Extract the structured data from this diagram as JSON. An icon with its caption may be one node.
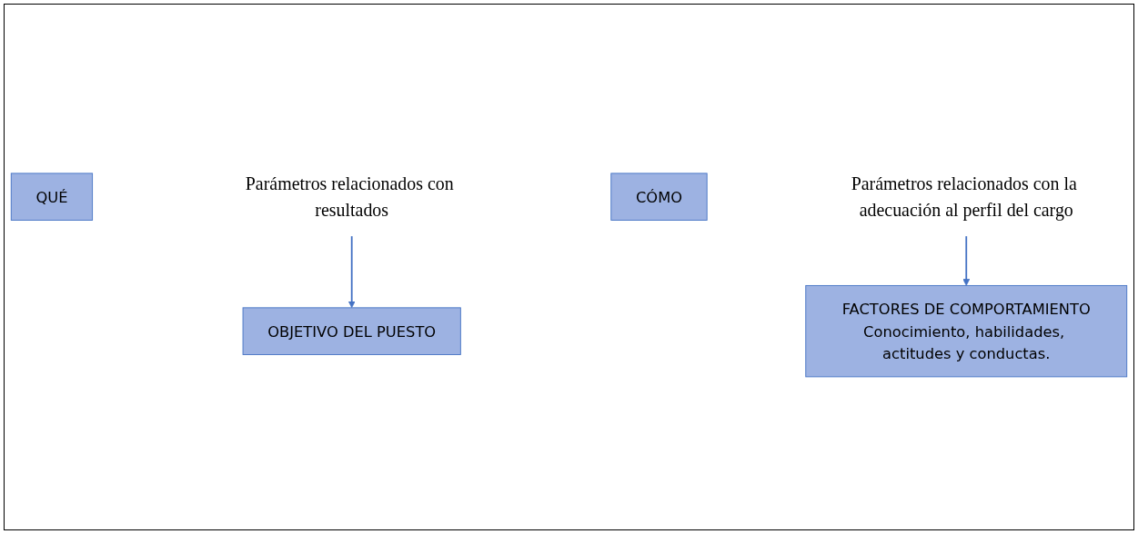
{
  "diagram": {
    "nodes": [
      {
        "text": [
          "QUÉ"
        ]
      },
      {
        "text": [
          "Parámetros relacionados con resultados"
        ]
      },
      {
        "text": [
          "OBJETIVO DEL PUESTO"
        ]
      },
      {
        "text": [
          "CÓMO"
        ]
      },
      {
        "text": [
          "Parámetros relacionados con la adecuación al perfil del cargo"
        ]
      },
      {
        "text": [
          "FACTORES DE COMPORTAMIENTO",
          "Conocimiento, habilidades, actitudes y conductas."
        ]
      }
    ],
    "edges": [
      {
        "from": 1,
        "to": 2,
        "arrow": "to"
      },
      {
        "from": 4,
        "to": 5,
        "arrow": "to"
      }
    ]
  }
}
